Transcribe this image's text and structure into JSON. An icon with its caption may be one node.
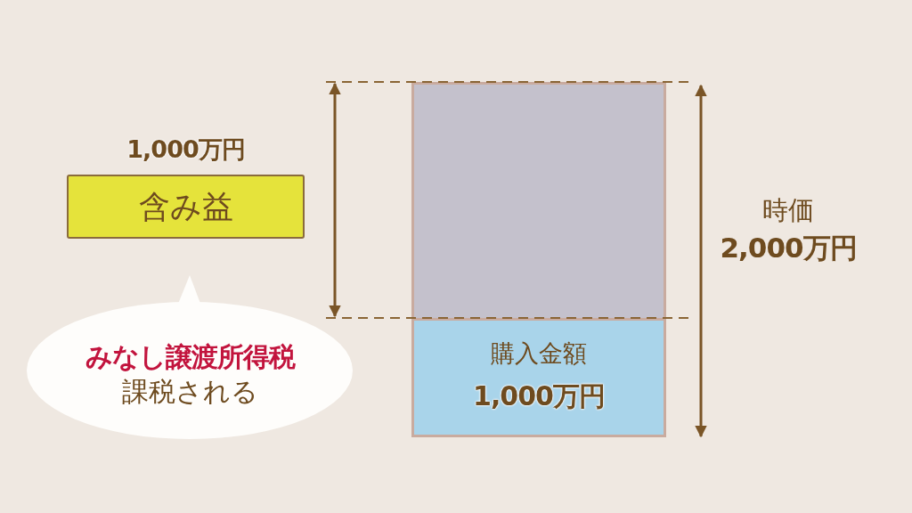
{
  "diagram": {
    "nodes": [
      {
        "text": [
          "含み益"
        ],
        "beside": [
          "1,000万円"
        ]
      },
      {
        "text": [
          "みなし譲渡所得税",
          "課税される"
        ]
      },
      {
        "text": [],
        "shape": "bar"
      },
      {
        "text": [
          "購入金額",
          "1,000万円"
        ]
      }
    ],
    "labels": [
      "時価",
      "2,000万円"
    ]
  }
}
